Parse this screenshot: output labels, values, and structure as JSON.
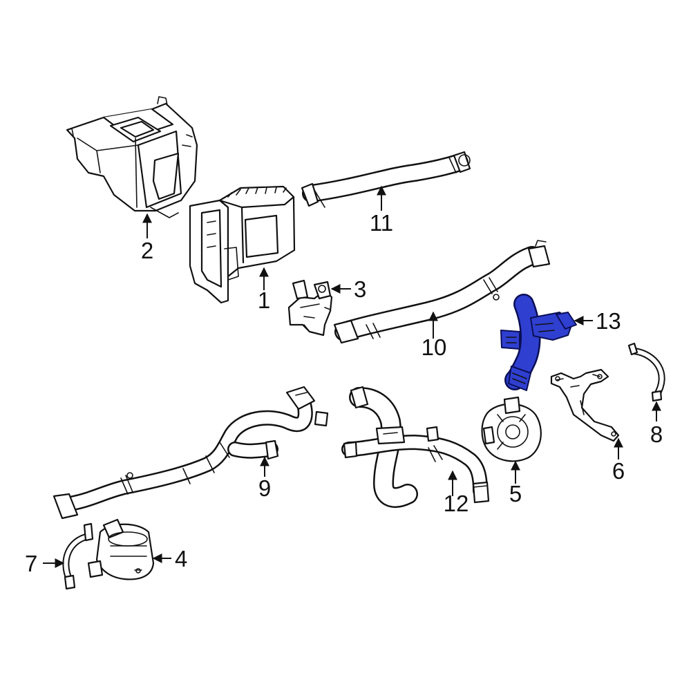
{
  "colors": {
    "line": "#111111",
    "background": "#ffffff",
    "highlight": "#2f3fd0"
  },
  "callouts": {
    "c1": "1",
    "c2": "2",
    "c3": "3",
    "c4": "4",
    "c5": "5",
    "c6": "6",
    "c7": "7",
    "c8": "8",
    "c9": "9",
    "c10": "10",
    "c11": "11",
    "c12": "12",
    "c13": "13"
  },
  "highlighted_part": "13"
}
